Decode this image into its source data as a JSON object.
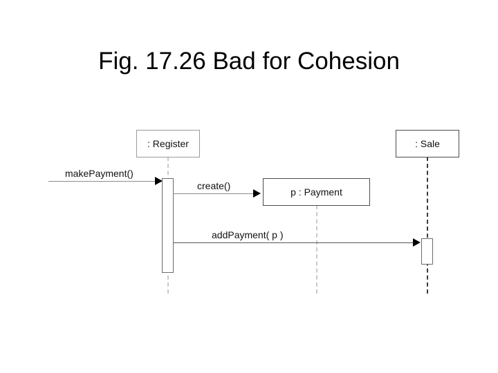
{
  "slide": {
    "title": "Fig. 17.26 Bad for Cohesion",
    "background_color": "#ffffff",
    "text_color": "#000000"
  },
  "diagram": {
    "type": "uml-sequence-diagram",
    "participants": [
      {
        "id": "register",
        "label": ": Register",
        "border_color": "#9a9a9a",
        "lifeline_color": "#c9c9c9"
      },
      {
        "id": "payment",
        "label": "p : Payment",
        "border_color": "#6a6a6a",
        "lifeline_color": "#c9c9c9"
      },
      {
        "id": "sale",
        "label": ": Sale",
        "border_color": "#4a4a4a",
        "lifeline_color": "#3a3a3a"
      }
    ],
    "messages": [
      {
        "id": "m1",
        "label": "makePayment()",
        "from": "actor-edge",
        "to": "register",
        "arrow": "filled"
      },
      {
        "id": "m2",
        "label": "create()",
        "from": "register",
        "to": "payment",
        "arrow": "filled"
      },
      {
        "id": "m3",
        "label": "addPayment( p )",
        "from": "register",
        "to": "sale",
        "arrow": "filled"
      }
    ],
    "activations": [
      {
        "id": "a-register",
        "on": "register"
      },
      {
        "id": "a-sale",
        "on": "sale"
      }
    ]
  }
}
